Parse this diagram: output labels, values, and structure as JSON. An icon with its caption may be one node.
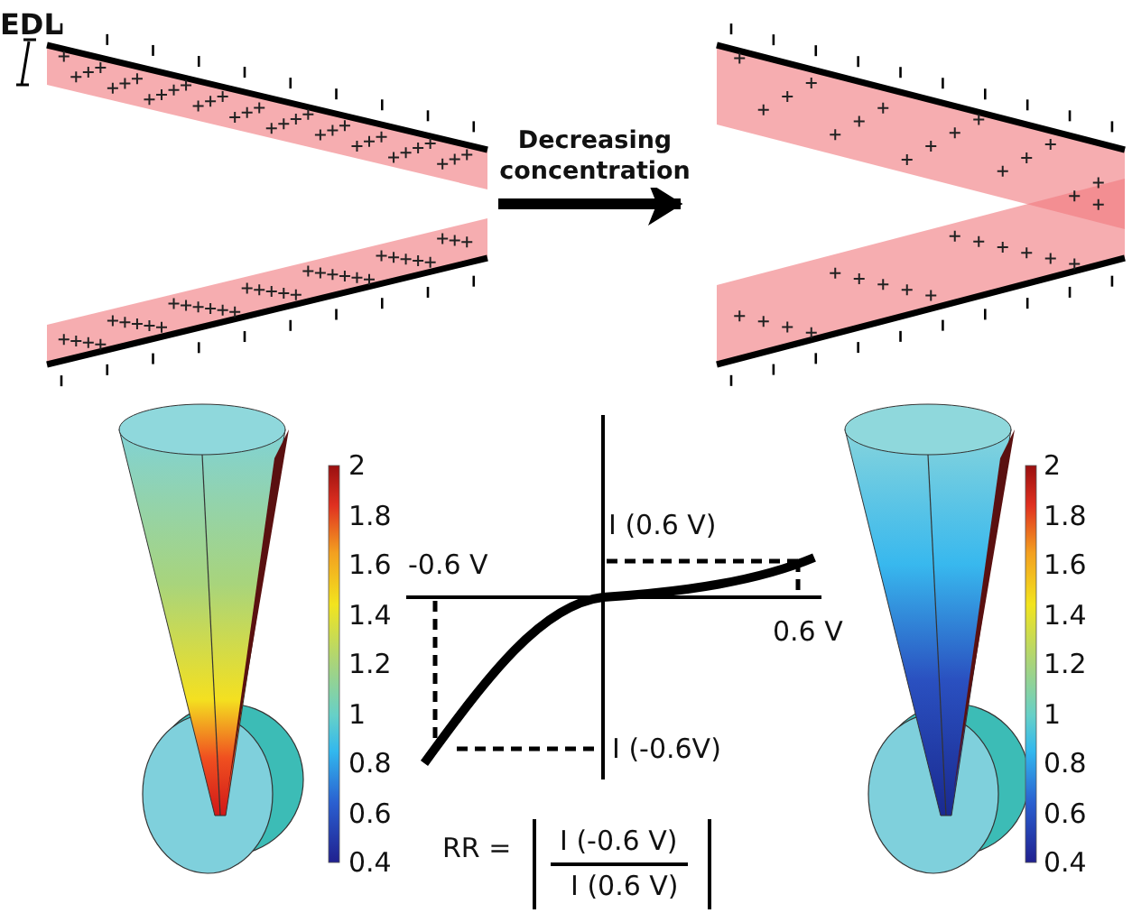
{
  "diagram": {
    "nodes": [
      {
        "text": [],
        "shape": "picture"
      },
      {
        "text": [],
        "shape": "picture"
      }
    ],
    "edges": [
      {
        "from": 0,
        "to": 1,
        "arrow": "to",
        "label": "Decreasing concentration"
      }
    ],
    "labels": [
      "EDL",
      "2",
      "1.8",
      "1.6",
      "1.4",
      "1.2",
      "1",
      "0.8",
      "0.6",
      "0.4",
      "I (0.6 V)",
      "-0.6 V",
      "0.6 V",
      "I (-0.6V)",
      "RR =",
      "I (-0.6 V)",
      "I (0.6 V)",
      "2",
      "1.8",
      "1.6",
      "1.4",
      "1.2",
      "1",
      "0.8",
      "0.6",
      "0.4"
    ]
  }
}
